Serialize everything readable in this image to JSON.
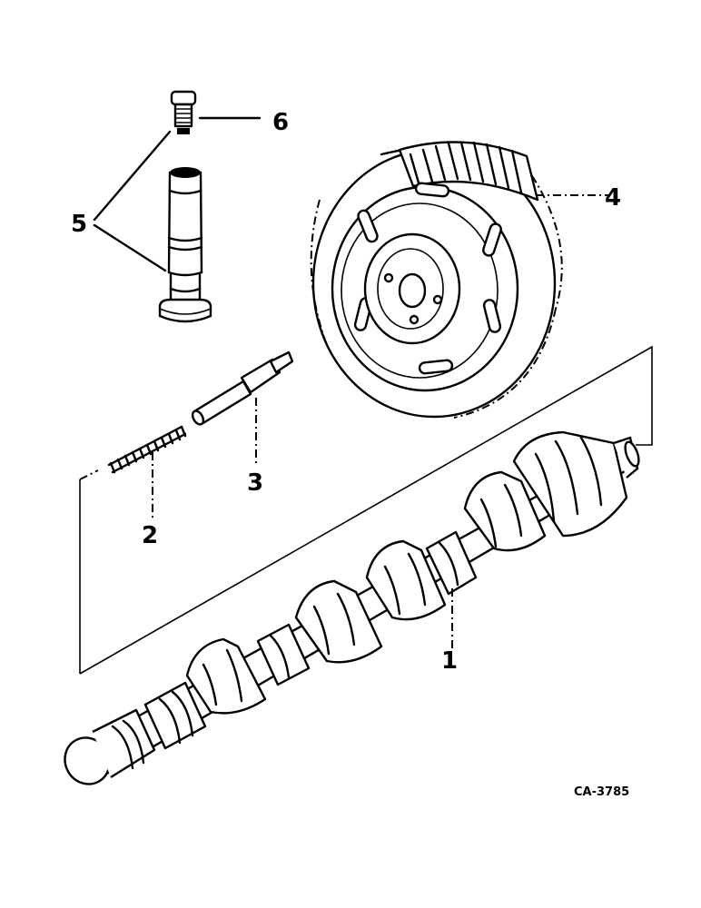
{
  "callouts": {
    "camshaft": "1",
    "spring": "2",
    "plunger": "3",
    "gear": "4",
    "valve_assembly": "5",
    "plug": "6"
  },
  "drawing_code": "CA-3785"
}
